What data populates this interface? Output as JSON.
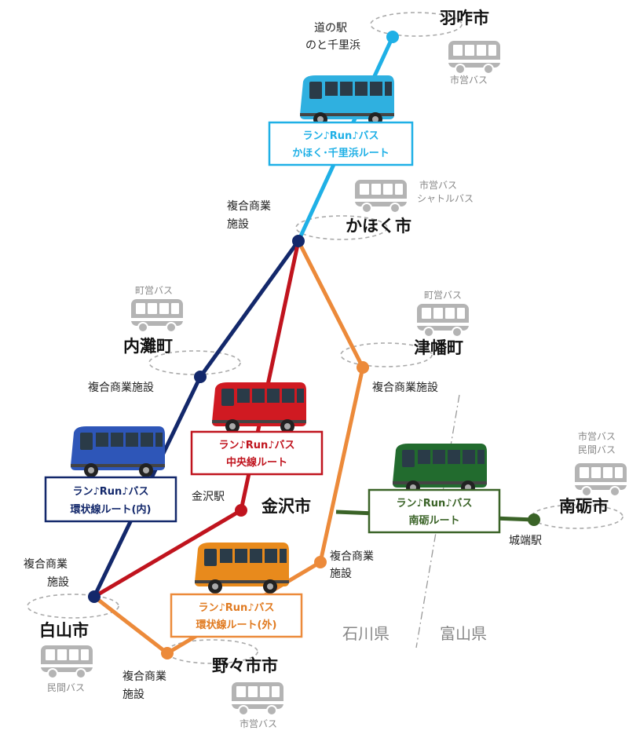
{
  "colors": {
    "kahoku": "#1fb0e6",
    "chuo": "#c0141e",
    "kanjo_uchi": "#13286b",
    "kanjo_soto": "#ec8a3a",
    "tonami": "#3a6327",
    "gray": "#b4b4b4"
  },
  "cities": {
    "hakui": "羽咋市",
    "kahoku": "かほく市",
    "uchinada": "内灘町",
    "tsubata": "津幡町",
    "kanazawa": "金沢市",
    "tonami": "南砺市",
    "hakusan": "白山市",
    "nonoichi": "野々市市"
  },
  "stops": {
    "michinoeki_1": "道の駅",
    "michinoeki_2": "のと千里浜",
    "kahoku_shisetsu_1": "複合商業",
    "kahoku_shisetsu_2": "施設",
    "uchinada_shisetsu": "複合商業施設",
    "tsubata_shisetsu": "複合商業施設",
    "kanazawa_eki": "金沢駅",
    "kanazawa_shisetsu_1": "複合商業",
    "kanazawa_shisetsu_2": "施設",
    "hakusan_shisetsu_1": "複合商業",
    "hakusan_shisetsu_2": "施設",
    "nonoichi_shisetsu_1": "複合商業",
    "nonoichi_shisetsu_2": "施設",
    "johana_eki": "城端駅"
  },
  "local_bus": {
    "hakui": "市営バス",
    "kahoku_1": "市営バス",
    "kahoku_2": "シャトルバス",
    "uchinada": "町営バス",
    "tsubata": "町営バス",
    "tonami_1": "市営バス",
    "tonami_2": "民間バス",
    "hakusan": "民間バス",
    "nonoichi": "市営バス"
  },
  "routes": {
    "kahoku": {
      "line1": "ラン♪Run♪バス",
      "line2": "かほく･千里浜ルート"
    },
    "chuo": {
      "line1": "ラン♪Run♪バス",
      "line2": "中央線ルート"
    },
    "kanjo_uchi": {
      "line1": "ラン♪Run♪バス",
      "line2": "環状線ルート(内)"
    },
    "kanjo_soto": {
      "line1": "ラン♪Run♪バス",
      "line2": "環状線ルート(外)"
    },
    "tonami": {
      "line1": "ラン♪Run♪バス",
      "line2": "南砺ルート"
    }
  },
  "prefectures": {
    "ishikawa": "石川県",
    "toyama": "富山県"
  }
}
